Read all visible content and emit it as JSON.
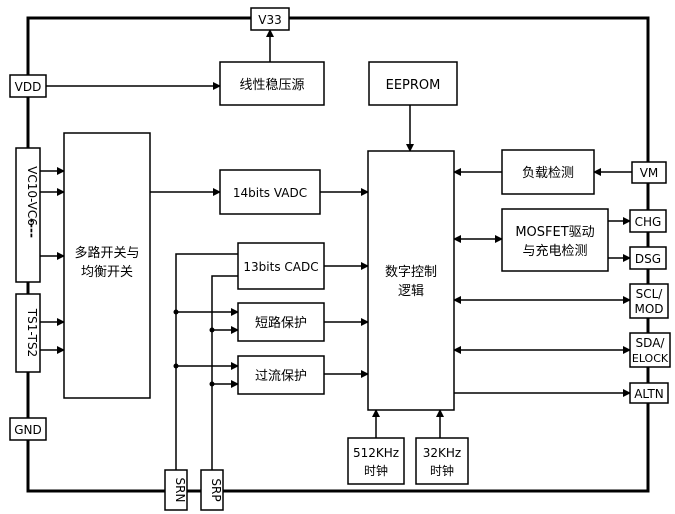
{
  "pins": {
    "v33": "V33",
    "vdd": "VDD",
    "gnd": "GND",
    "vc": "VC10-VC6",
    "vc_dots": "----",
    "ts": "TS1-TS2",
    "vm": "VM",
    "chg": "CHG",
    "dsg": "DSG",
    "scl_1": "SCL/",
    "scl_2": "MOD",
    "sda_1": "SDA/",
    "sda_2": "ELOCK",
    "altn": "ALTN",
    "srn": "SRN",
    "srp": "SRP"
  },
  "blocks": {
    "ldo": "线性稳压源",
    "eeprom": "EEPROM",
    "mux_1": "多路开关与",
    "mux_2": "均衡开关",
    "vadc": "14bits VADC",
    "cadc": "13bits CADC",
    "short_prot": "短路保护",
    "overcurrent_prot": "过流保护",
    "digital_1": "数字控制",
    "digital_2": "逻辑",
    "load_detect": "负载检测",
    "mosfet_1": "MOSFET驱动",
    "mosfet_2": "与充电检测",
    "clk512_1": "512KHz",
    "clk512_2": "时钟",
    "clk32_1": "32KHz",
    "clk32_2": "时钟"
  }
}
